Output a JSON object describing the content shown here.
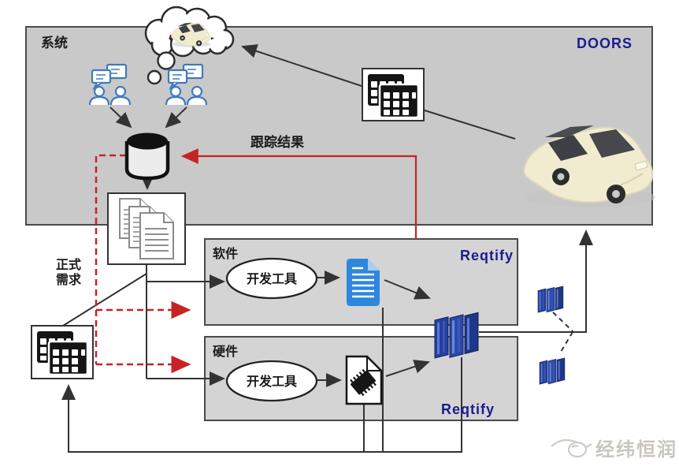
{
  "system": {
    "label": "系统",
    "tool": "DOORS"
  },
  "software": {
    "label": "软件",
    "tool": "Reqtify",
    "process": "开发工具"
  },
  "hardware": {
    "label": "硬件",
    "tool": "Reqtify",
    "process": "开发工具"
  },
  "annotations": {
    "tracking_result": "跟踪结果",
    "formal_requirement_line1": "正式",
    "formal_requirement_line2": "需求"
  },
  "watermark": "经纬恒润",
  "colors": {
    "system_box": "#c9c9c9",
    "sub_box": "#d4d4d4",
    "red": "#c62424",
    "navy": "#1c1c90",
    "black_line": "#333333",
    "people_blue": "#3e7bbf",
    "doc_blue": "#2e86de",
    "server_blue": "#24409e"
  },
  "icons": {
    "thought_cloud": "thought-cloud",
    "cloud_car": "car-concept",
    "car": "vehicle",
    "database": "requirements-database-cylinder",
    "documents": "requirement-documents",
    "table_top": "doors-table-icon",
    "table_bottom": "requirements-table-icon",
    "blue_document": "software-spec-document",
    "chip_document": "hardware-chip-document",
    "server_large": "reqtify-database",
    "server_small": "reqtify-module",
    "people": "discussion-group"
  }
}
